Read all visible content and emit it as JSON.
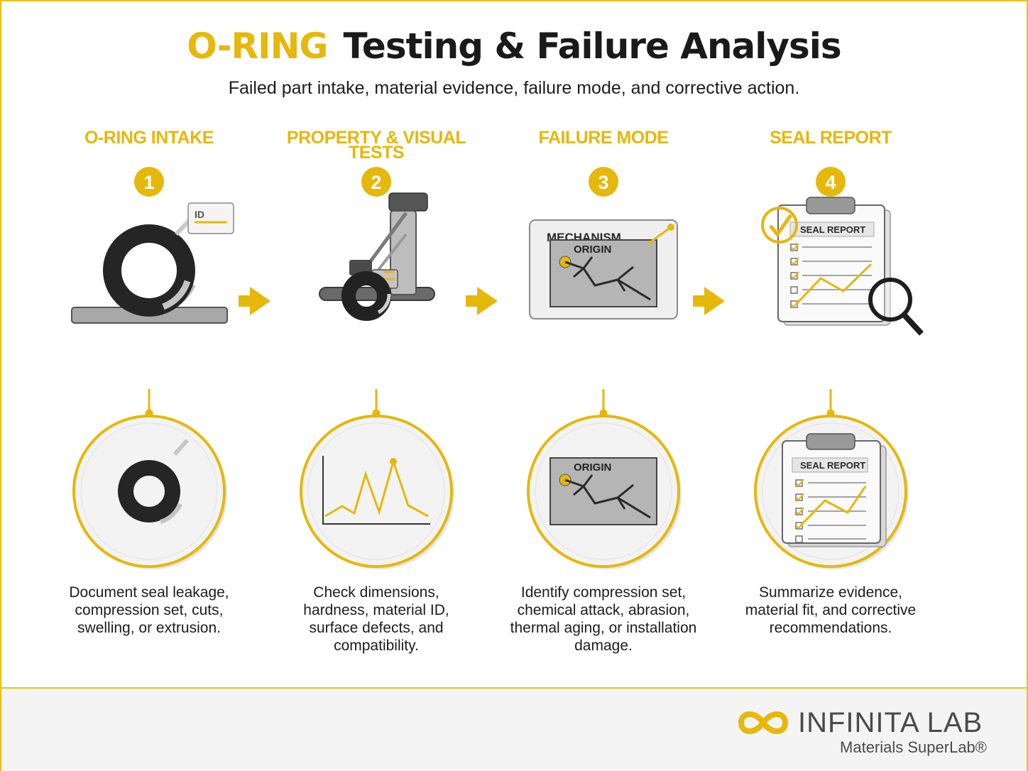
{
  "title": {
    "accent": "O-RING",
    "main": "Testing & Failure Analysis"
  },
  "subtitle": "Failed part intake, material evidence, failure mode, and corrective action.",
  "steps": [
    {
      "number": "1",
      "heading": "O-RING INTAKE",
      "heading_line2": "",
      "desc": [
        "Document seal leakage,",
        "compression set, cuts,",
        "swelling, or extrusion."
      ]
    },
    {
      "number": "2",
      "heading": "PROPERTY & VISUAL",
      "heading_line2": "TESTS",
      "desc": [
        "Check dimensions,",
        "hardness, material ID,",
        "surface defects, and",
        "compatibility."
      ]
    },
    {
      "number": "3",
      "heading": "FAILURE MODE",
      "heading_line2": "",
      "desc": [
        "Identify compression set,",
        "chemical attack, abrasion,",
        "thermal aging, or installation",
        "damage."
      ]
    },
    {
      "number": "4",
      "heading": "SEAL REPORT",
      "heading_line2": "",
      "desc": [
        "Summarize evidence,",
        "material fit, and corrective",
        "recommendations."
      ]
    }
  ],
  "illustration_labels": {
    "id_tag": "ID",
    "mechanism": "MECHANISM",
    "origin": "ORIGIN",
    "seal_report": "SEAL REPORT"
  },
  "icons": [
    "o-ring-icon",
    "id-tag-icon",
    "test-machine-icon",
    "fracture-panel-icon",
    "clipboard-report-icon",
    "checkmark-icon",
    "magnifier-icon",
    "arrow-right-icon",
    "line-chart-icon",
    "infinity-logo-icon"
  ],
  "colors": {
    "accent": "#e5b80b",
    "dark": "#1c1c1c",
    "gray": "#a8a8a8",
    "frame": "#e8c21c"
  },
  "brand": {
    "name": "INFINITA LAB",
    "tagline": "Materials SuperLab®"
  }
}
